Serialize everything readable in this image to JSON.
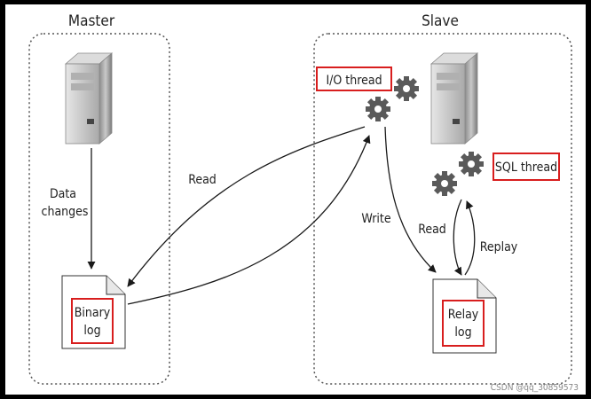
{
  "master": {
    "title": "Master",
    "data_changes_line1": "Data",
    "data_changes_line2": "changes",
    "binary_log_line1": "Binary",
    "binary_log_line2": "log"
  },
  "slave": {
    "title": "Slave",
    "io_thread": "I/O thread",
    "sql_thread": "SQL thread",
    "relay_log_line1": "Relay",
    "relay_log_line2": "log"
  },
  "flows": {
    "read_binlog": "Read",
    "write_relay": "Write",
    "read_relay": "Read",
    "replay": "Replay"
  },
  "watermark": "CSDN @qq_30859573",
  "colors": {
    "highlight": "#d81e1e",
    "line": "#1a1a1a",
    "panel_border": "#555555"
  },
  "icons": [
    "server-icon",
    "gears-icon",
    "document-icon"
  ]
}
